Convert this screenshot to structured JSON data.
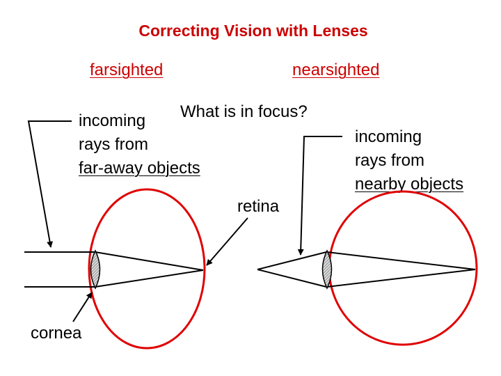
{
  "title": "Correcting Vision with Lenses",
  "label_farsighted": "farsighted",
  "label_nearsighted": "nearsighted",
  "question": "What is in focus?",
  "left_incoming": [
    "incoming",
    "rays from",
    "far-away objects"
  ],
  "right_incoming": [
    "incoming",
    "rays from",
    "nearby objects"
  ],
  "label_retina": "retina",
  "label_cornea": "cornea",
  "colors": {
    "eye_outline": "#e00000",
    "title": "#cc0000",
    "lines": "#000000",
    "lens_fill": "#bbbbbb"
  }
}
